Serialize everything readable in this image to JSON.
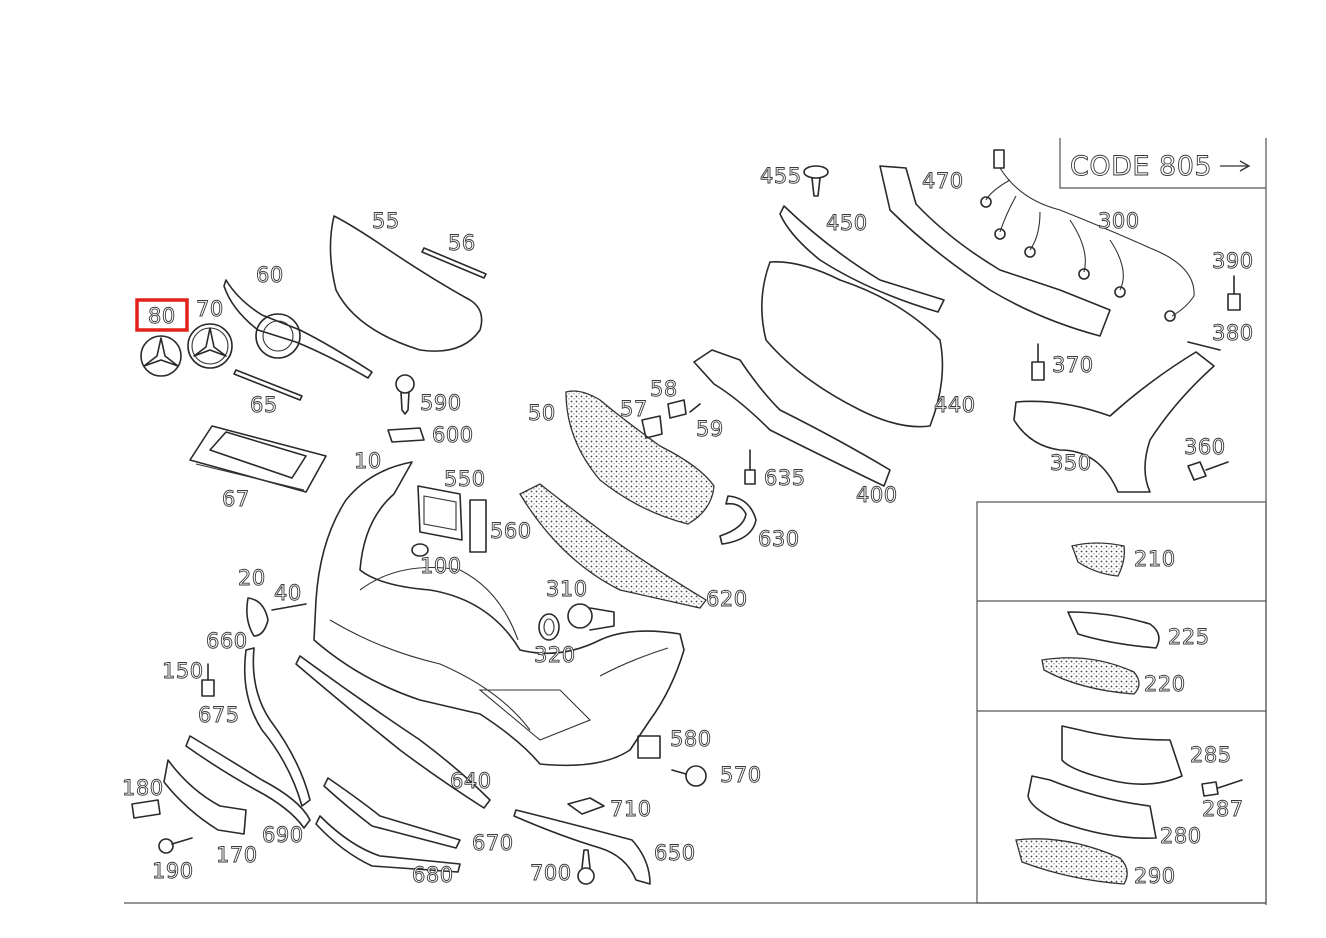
{
  "code_label": "CODE 805",
  "labels": {
    "p10": "10",
    "p20": "20",
    "p40": "40",
    "p50": "50",
    "p55": "55",
    "p56": "56",
    "p57": "57",
    "p58": "58",
    "p59": "59",
    "p60": "60",
    "p65": "65",
    "p67": "67",
    "p70": "70",
    "p80": "80",
    "p100": "100",
    "p150": "150",
    "p170": "170",
    "p180": "180",
    "p190": "190",
    "p210": "210",
    "p220": "220",
    "p225": "225",
    "p280": "280",
    "p285": "285",
    "p287": "287",
    "p290": "290",
    "p300": "300",
    "p310": "310",
    "p320": "320",
    "p350": "350",
    "p360": "360",
    "p370": "370",
    "p380": "380",
    "p390": "390",
    "p400": "400",
    "p440": "440",
    "p450": "450",
    "p455": "455",
    "p470": "470",
    "p550": "550",
    "p560": "560",
    "p570": "570",
    "p580": "580",
    "p590": "590",
    "p600": "600",
    "p620": "620",
    "p630": "630",
    "p635": "635",
    "p640": "640",
    "p650": "650",
    "p660": "660",
    "p670": "670",
    "p675": "675",
    "p680": "680",
    "p690": "690",
    "p700": "700",
    "p710": "710"
  },
  "highlighted_part": "80",
  "highlight_color": "#e3201b"
}
